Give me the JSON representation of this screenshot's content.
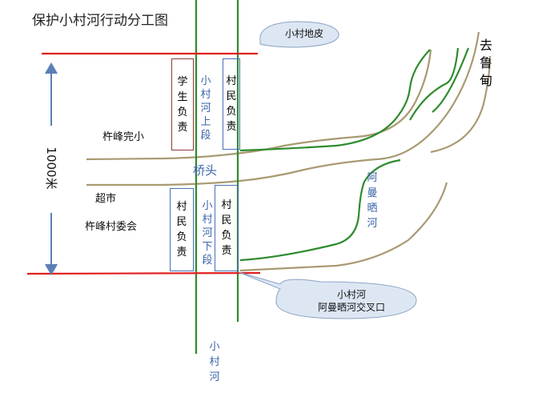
{
  "title": "保护小村河行动分工图",
  "callouts": {
    "top": "小村地皮",
    "bottom_line1": "小村河",
    "bottom_line2": "阿曼晒河交叉口"
  },
  "labels": {
    "school": "杵峰完小",
    "bridge": "桥头",
    "market": "超市",
    "committee": "杵峰村委会",
    "distance": "1000米",
    "to_lu_dian": "去鲁甸",
    "a_man_shai_river": "阿曼晒河",
    "xiao_cun_river": "小村河"
  },
  "sections": {
    "upper": "小村河上段",
    "lower": "小村河下段"
  },
  "responsibility": {
    "students": "学生负责",
    "villagers": "村民负责"
  },
  "colors": {
    "boundary_line": "#e02020",
    "river": "#2e8b2e",
    "road": "#a89a72",
    "arrow": "#5b7fb5",
    "callout_fill": "#dde7f3"
  }
}
